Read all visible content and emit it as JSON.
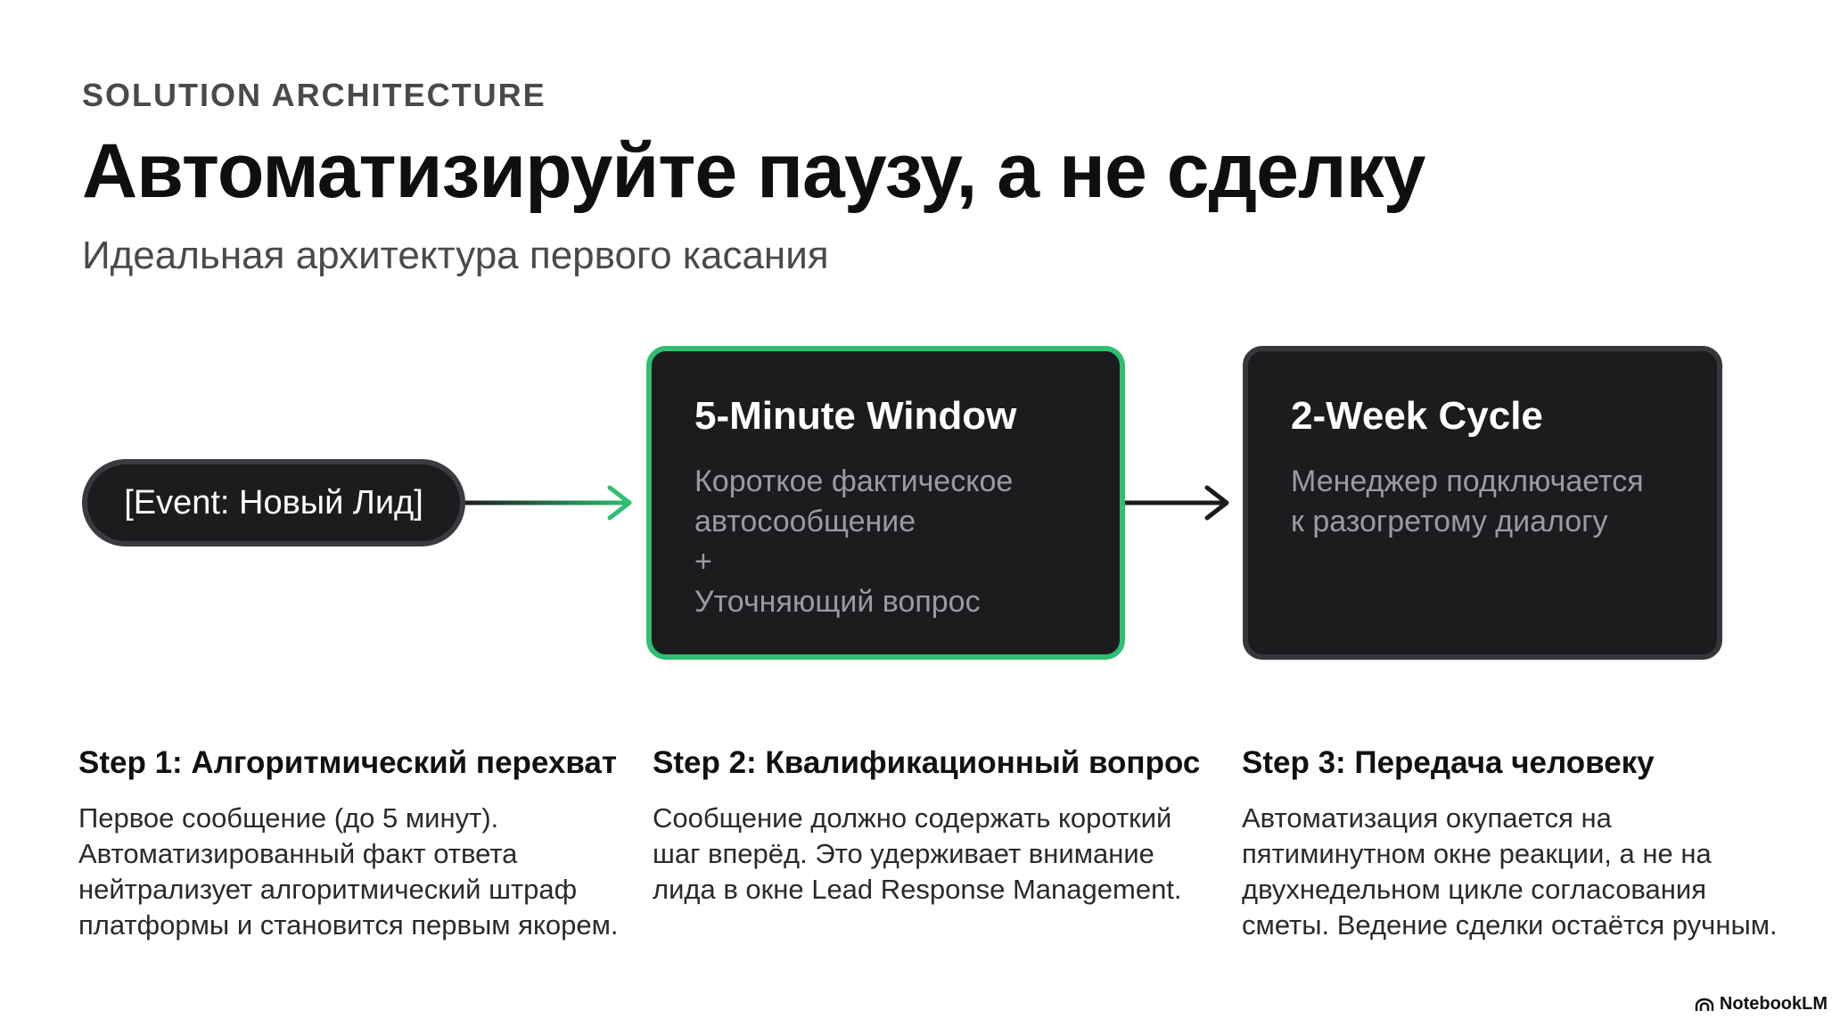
{
  "header": {
    "eyebrow": "SOLUTION ARCHITECTURE",
    "title": "Автоматизируйте паузу, а не сделку",
    "subtitle": "Идеальная архитектура первого касания"
  },
  "flow": {
    "start_label": "[Event: Новый Лид]",
    "cards": [
      {
        "title": "5-Minute Window",
        "lines": [
          "Короткое фактическое",
          "автосообщение",
          "+",
          "Уточняющий вопрос"
        ]
      },
      {
        "title": "2-Week Cycle",
        "lines": [
          "Менеджер подключается",
          "к разогретому диалогу"
        ]
      }
    ]
  },
  "steps": [
    {
      "title": "Step 1: Алгоритмический перехват",
      "lines": [
        "Первое сообщение (до 5 минут).",
        "Автоматизированный факт ответа",
        "нейтрализует алгоритмический штраф",
        "платформы и становится первым якорем."
      ]
    },
    {
      "title": "Step 2: Квалификационный вопрос",
      "lines": [
        "Сообщение должно содержать короткий",
        "шаг вперёд. Это удерживает внимание",
        "лида в окне Lead Response Management."
      ]
    },
    {
      "title": "Step 3: Передача человеку",
      "lines": [
        "Автоматизация окупается на",
        "пятиминутном окне реакции, а не на",
        "двухнедельном цикле согласования",
        "сметы. Ведение сделки остаётся ручным."
      ]
    }
  ],
  "brand": {
    "name": "NotebookLM",
    "icon": "notebooklm-logo-icon"
  },
  "colors": {
    "accent_green": "#2fbf71",
    "card_bg": "#1c1c1f",
    "card_text_muted": "#9a9aa2"
  }
}
